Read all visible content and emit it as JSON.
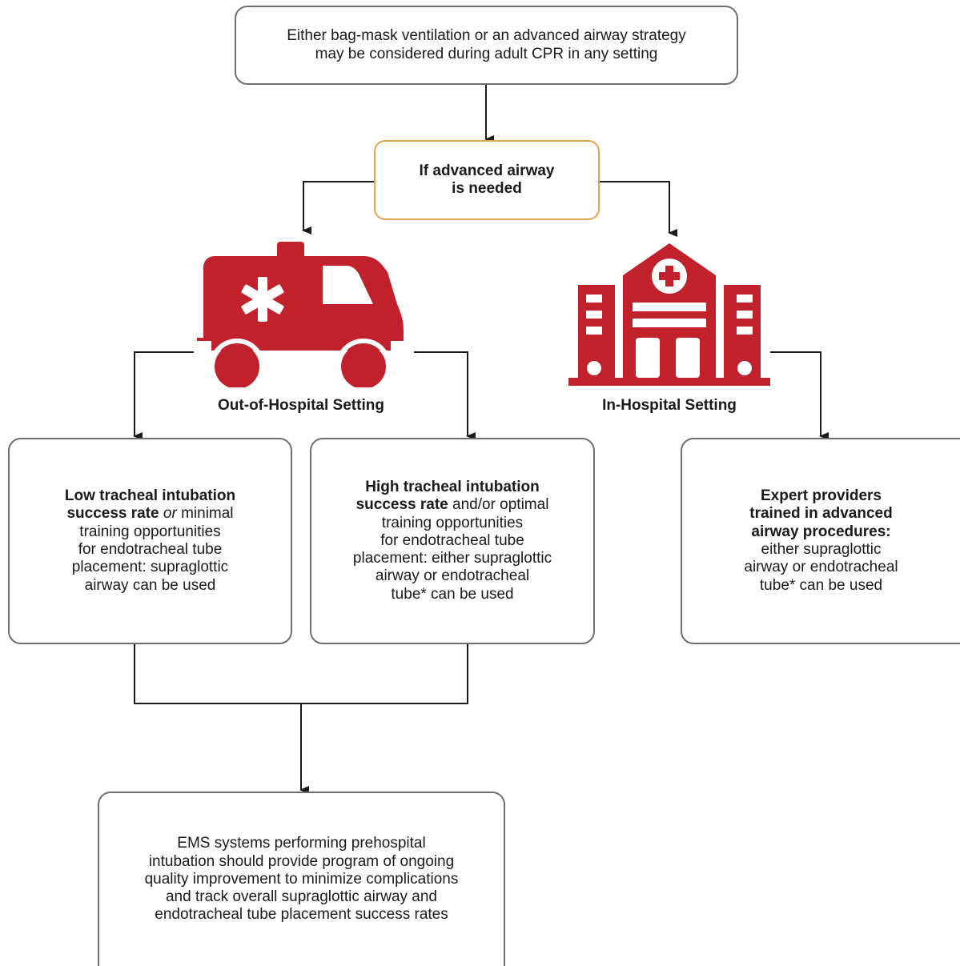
{
  "colors": {
    "icon_red": "#c0212b",
    "box_border": "#6f6f6f",
    "decision_border": "#e3a452",
    "line": "#1a1a1a"
  },
  "top_box": {
    "line1": "Either bag-mask ventilation or an advanced airway strategy",
    "line2": "may be considered during adult CPR in any setting"
  },
  "decision_box": {
    "line1": "If advanced airway",
    "line2": "is needed"
  },
  "out_of_hospital": {
    "icon": "ambulance-icon",
    "label": "Out-of-Hospital Setting",
    "low_box": {
      "bold1": "Low tracheal intubation",
      "bold2": "success rate",
      "italic": "or",
      "rest_l2": "minimal",
      "l3": "training opportunities",
      "l4": "for endotracheal tube",
      "l5": "placement: supraglottic",
      "l6": "airway can be used"
    },
    "high_box": {
      "bold1": "High tracheal intubation",
      "bold2": "success rate",
      "rest_l2": "and/or optimal",
      "l3": "training opportunities",
      "l4": "for endotracheal tube",
      "l5": "placement: either supraglottic",
      "l6": "airway or endotracheal",
      "l7": "tube* can be used"
    }
  },
  "in_hospital": {
    "icon": "hospital-icon",
    "label": "In-Hospital Setting",
    "expert_box": {
      "bold1": "Expert providers",
      "bold2": "trained in advanced",
      "bold3": "airway procedures:",
      "l4": "either supraglottic",
      "l5": "airway or endotracheal",
      "l6": "tube* can be used"
    }
  },
  "ems_box": {
    "l1": "EMS systems performing prehospital",
    "l2": "intubation should provide program of ongoing",
    "l3": "quality improvement to minimize complications",
    "l4": "and track overall supraglottic airway and",
    "l5": "endotracheal tube placement success rates"
  }
}
